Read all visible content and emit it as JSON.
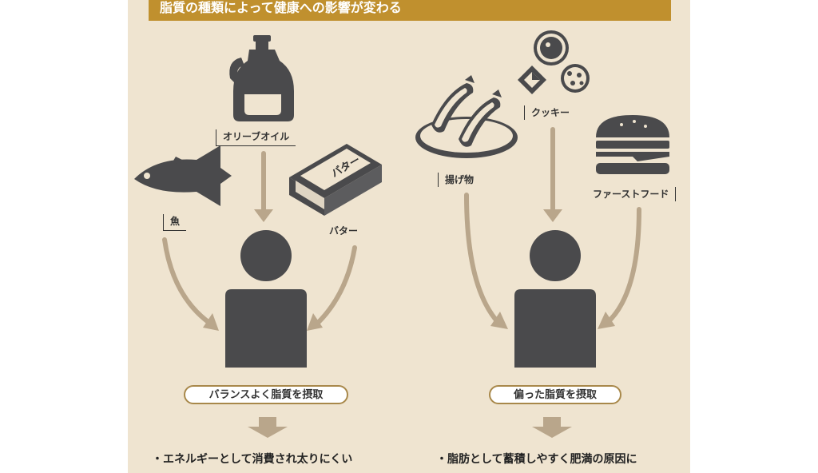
{
  "banner": {
    "title": "脂質の種類によって健康への影響が変わる"
  },
  "left": {
    "foods": {
      "olive_oil": "オリーブオイル",
      "fish": "魚",
      "butter": "バター",
      "butter_pack_text": "バター"
    },
    "summary": "バランスよく脂質を摂取",
    "result": "・エネルギーとして消費され太りにくい"
  },
  "right": {
    "foods": {
      "cookie": "クッキー",
      "fried": "揚げ物",
      "fastfood": "ファーストフード"
    },
    "summary": "偏った脂質を摂取",
    "result": "・脂肪として蓄積しやすく肥満の原因に"
  },
  "colors": {
    "dark": "#4a4a4c",
    "arrow": "#b9a68b",
    "accent": "#c0902e",
    "panel": "#efe4d0"
  }
}
